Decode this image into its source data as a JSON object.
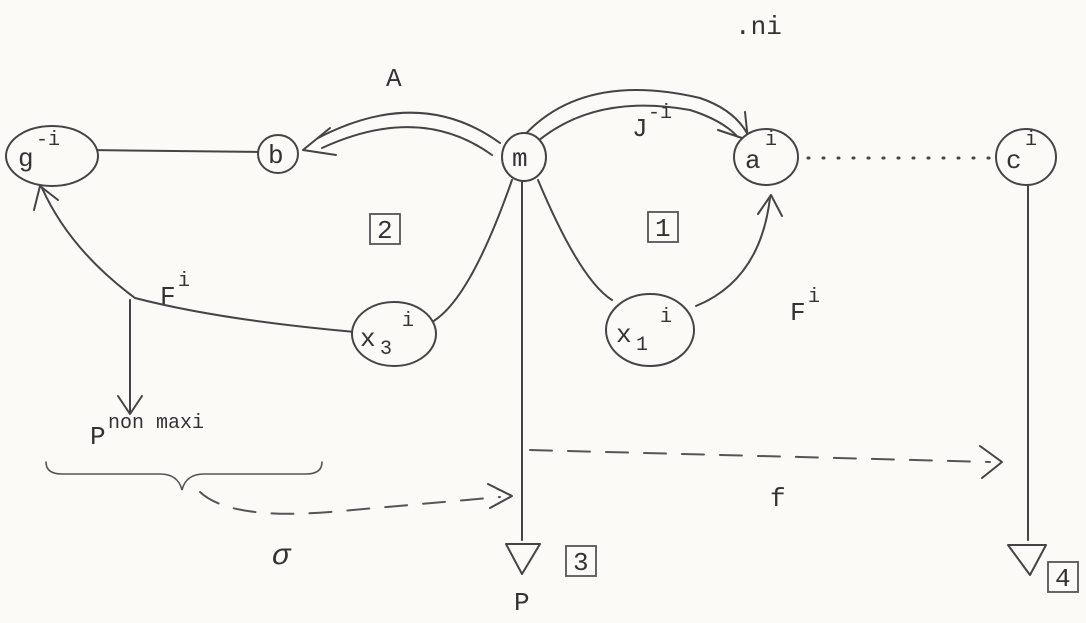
{
  "title": ".ni",
  "nodes": {
    "g": {
      "text": "g",
      "sup": "-i"
    },
    "b": {
      "text": "b"
    },
    "m": {
      "text": "m"
    },
    "a": {
      "text": "a",
      "sup": "i"
    },
    "c": {
      "text": "c",
      "sup": "i"
    },
    "x3": {
      "text": "x",
      "sub": "3",
      "sup": "i"
    },
    "x1": {
      "text": "x",
      "sub": "1",
      "sup": "i"
    }
  },
  "edge_labels": {
    "A": "A",
    "J": "J",
    "J_sup": "-i",
    "F_left": "F",
    "F_left_sup": "i",
    "F_right": "F",
    "F_right_sup": "i",
    "f": "f",
    "sigma": "σ"
  },
  "outputs": {
    "P_bottom": "P",
    "P_non_maxi": "P",
    "P_non_maxi_sup": "non maxi"
  },
  "boxes": {
    "box1": "1",
    "box2": "2",
    "box3": "3",
    "box4": "4"
  }
}
